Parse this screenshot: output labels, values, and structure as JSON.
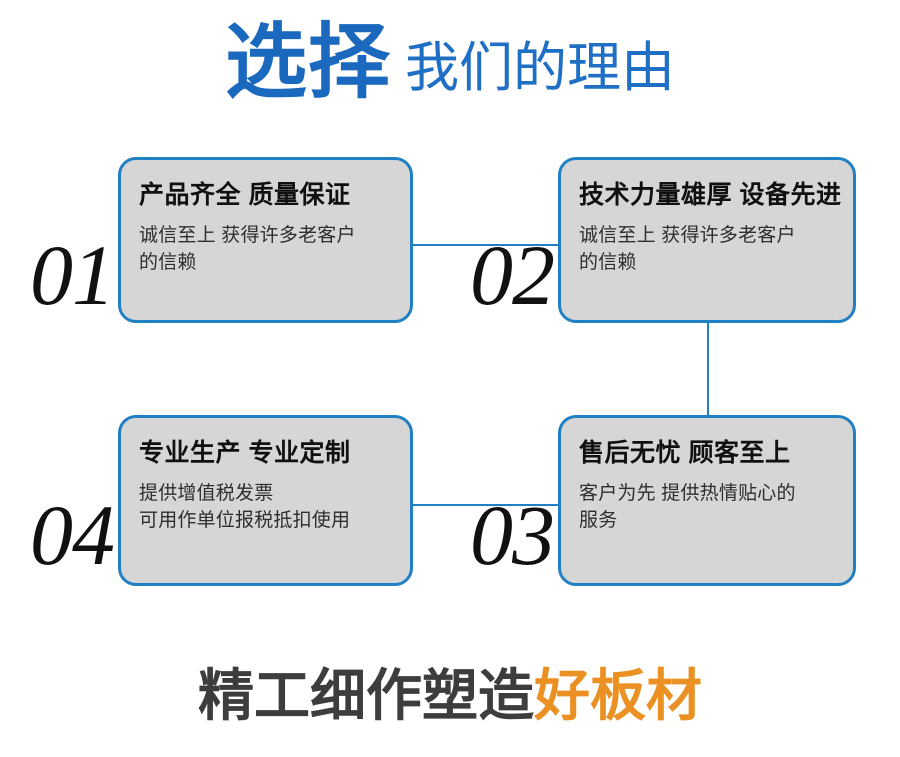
{
  "header": {
    "emphasis": "选择",
    "subtitle": "我们的理由",
    "emphasis_color": "#1b68bf",
    "subtitle_color": "#1f6fc4"
  },
  "cards": [
    {
      "number": "01",
      "title": "产品齐全 质量保证",
      "body_lines": [
        "诚信至上 获得许多老客户",
        "的信赖"
      ]
    },
    {
      "number": "02",
      "title": "技术力量雄厚 设备先进",
      "body_lines": [
        "诚信至上 获得许多老客户",
        "的信赖"
      ]
    },
    {
      "number": "03",
      "title": "售后无忧 顾客至上",
      "body_lines": [
        "客户为先 提供热情贴心的",
        "服务"
      ]
    },
    {
      "number": "04",
      "title": "专业生产 专业定制",
      "body_lines": [
        "提供增值税发票",
        "可用作单位报税抵扣使用"
      ]
    }
  ],
  "footer": {
    "text_dark": "精工细作塑造",
    "text_accent": "好板材",
    "dark_color": "#3d3d3d",
    "accent_color": "#eb9023"
  },
  "theme": {
    "border_blue": "#2180c4",
    "card_fill": "#d6d6d6",
    "background": "#ffffff",
    "number_color": "#111111"
  }
}
